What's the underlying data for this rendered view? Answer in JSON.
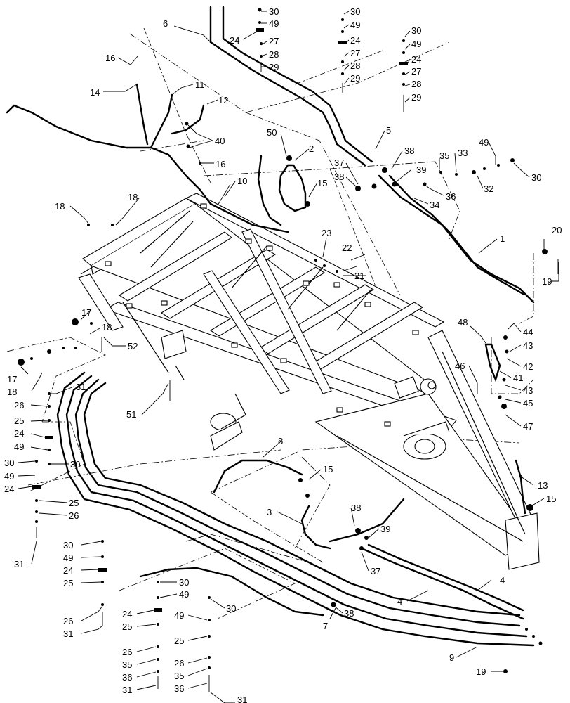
{
  "labels": [
    {
      "id": "l1",
      "text": "1"
    },
    {
      "id": "l2",
      "text": "2"
    },
    {
      "id": "l3",
      "text": "3"
    },
    {
      "id": "l4a",
      "text": "4"
    },
    {
      "id": "l4b",
      "text": "4"
    },
    {
      "id": "l5",
      "text": "5"
    },
    {
      "id": "l6",
      "text": "6"
    },
    {
      "id": "l7",
      "text": "7"
    },
    {
      "id": "l8",
      "text": "8"
    },
    {
      "id": "l9",
      "text": "9"
    },
    {
      "id": "l10",
      "text": "10"
    },
    {
      "id": "l11",
      "text": "11"
    },
    {
      "id": "l12",
      "text": "12"
    },
    {
      "id": "l13",
      "text": "13"
    },
    {
      "id": "l14",
      "text": "14"
    },
    {
      "id": "l15a",
      "text": "15"
    },
    {
      "id": "l15b",
      "text": "15"
    },
    {
      "id": "l15c",
      "text": "15"
    },
    {
      "id": "l16a",
      "text": "16"
    },
    {
      "id": "l16b",
      "text": "16"
    },
    {
      "id": "l17a",
      "text": "17"
    },
    {
      "id": "l17b",
      "text": "17"
    },
    {
      "id": "l18a",
      "text": "18"
    },
    {
      "id": "l18b",
      "text": "18"
    },
    {
      "id": "l18c",
      "text": "18"
    },
    {
      "id": "l18d",
      "text": "18"
    },
    {
      "id": "l19a",
      "text": "19"
    },
    {
      "id": "l19b",
      "text": "19"
    },
    {
      "id": "l20",
      "text": "20"
    },
    {
      "id": "l21",
      "text": "21"
    },
    {
      "id": "l22",
      "text": "22"
    },
    {
      "id": "l23",
      "text": "23"
    },
    {
      "id": "l24a",
      "text": "24"
    },
    {
      "id": "l24b",
      "text": "24"
    },
    {
      "id": "l24c",
      "text": "24"
    },
    {
      "id": "l24d",
      "text": "24"
    },
    {
      "id": "l24e",
      "text": "24"
    },
    {
      "id": "l24f",
      "text": "24"
    },
    {
      "id": "l24g",
      "text": "24"
    },
    {
      "id": "l25a",
      "text": "25"
    },
    {
      "id": "l25b",
      "text": "25"
    },
    {
      "id": "l25c",
      "text": "25"
    },
    {
      "id": "l25d",
      "text": "25"
    },
    {
      "id": "l25e",
      "text": "25"
    },
    {
      "id": "l26a",
      "text": "26"
    },
    {
      "id": "l26b",
      "text": "26"
    },
    {
      "id": "l26c",
      "text": "26"
    },
    {
      "id": "l26d",
      "text": "26"
    },
    {
      "id": "l26e",
      "text": "26"
    },
    {
      "id": "l27a",
      "text": "27"
    },
    {
      "id": "l27b",
      "text": "27"
    },
    {
      "id": "l27c",
      "text": "27"
    },
    {
      "id": "l28a",
      "text": "28"
    },
    {
      "id": "l28b",
      "text": "28"
    },
    {
      "id": "l28c",
      "text": "28"
    },
    {
      "id": "l29a",
      "text": "29"
    },
    {
      "id": "l29b",
      "text": "29"
    },
    {
      "id": "l29c",
      "text": "29"
    },
    {
      "id": "l30a",
      "text": "30"
    },
    {
      "id": "l30b",
      "text": "30"
    },
    {
      "id": "l30c",
      "text": "30"
    },
    {
      "id": "l30d",
      "text": "30"
    },
    {
      "id": "l30e",
      "text": "30"
    },
    {
      "id": "l30f",
      "text": "30"
    },
    {
      "id": "l30g",
      "text": "30"
    },
    {
      "id": "l30h",
      "text": "30"
    },
    {
      "id": "l30i",
      "text": "30"
    },
    {
      "id": "l31a",
      "text": "31"
    },
    {
      "id": "l31b",
      "text": "31"
    },
    {
      "id": "l31c",
      "text": "31"
    },
    {
      "id": "l31d",
      "text": "31"
    },
    {
      "id": "l32",
      "text": "32"
    },
    {
      "id": "l33",
      "text": "33"
    },
    {
      "id": "l34",
      "text": "34"
    },
    {
      "id": "l35a",
      "text": "35"
    },
    {
      "id": "l35b",
      "text": "35"
    },
    {
      "id": "l35c",
      "text": "35"
    },
    {
      "id": "l36a",
      "text": "36"
    },
    {
      "id": "l36b",
      "text": "36"
    },
    {
      "id": "l36c",
      "text": "36"
    },
    {
      "id": "l37a",
      "text": "37"
    },
    {
      "id": "l37b",
      "text": "37"
    },
    {
      "id": "l38a",
      "text": "38"
    },
    {
      "id": "l38b",
      "text": "38"
    },
    {
      "id": "l38c",
      "text": "38"
    },
    {
      "id": "l38d",
      "text": "38"
    },
    {
      "id": "l39a",
      "text": "39"
    },
    {
      "id": "l39b",
      "text": "39"
    },
    {
      "id": "l40",
      "text": "40"
    },
    {
      "id": "l41",
      "text": "41"
    },
    {
      "id": "l42",
      "text": "42"
    },
    {
      "id": "l43a",
      "text": "43"
    },
    {
      "id": "l43b",
      "text": "43"
    },
    {
      "id": "l44",
      "text": "44"
    },
    {
      "id": "l45",
      "text": "45"
    },
    {
      "id": "l46",
      "text": "46"
    },
    {
      "id": "l47",
      "text": "47"
    },
    {
      "id": "l48",
      "text": "48"
    },
    {
      "id": "l49a",
      "text": "49"
    },
    {
      "id": "l49b",
      "text": "49"
    },
    {
      "id": "l49c",
      "text": "49"
    },
    {
      "id": "l49d",
      "text": "49"
    },
    {
      "id": "l49e",
      "text": "49"
    },
    {
      "id": "l49f",
      "text": "49"
    },
    {
      "id": "l49g",
      "text": "49"
    },
    {
      "id": "l49h",
      "text": "49"
    },
    {
      "id": "l50",
      "text": "50"
    },
    {
      "id": "l51",
      "text": "51"
    },
    {
      "id": "l52",
      "text": "52"
    }
  ]
}
